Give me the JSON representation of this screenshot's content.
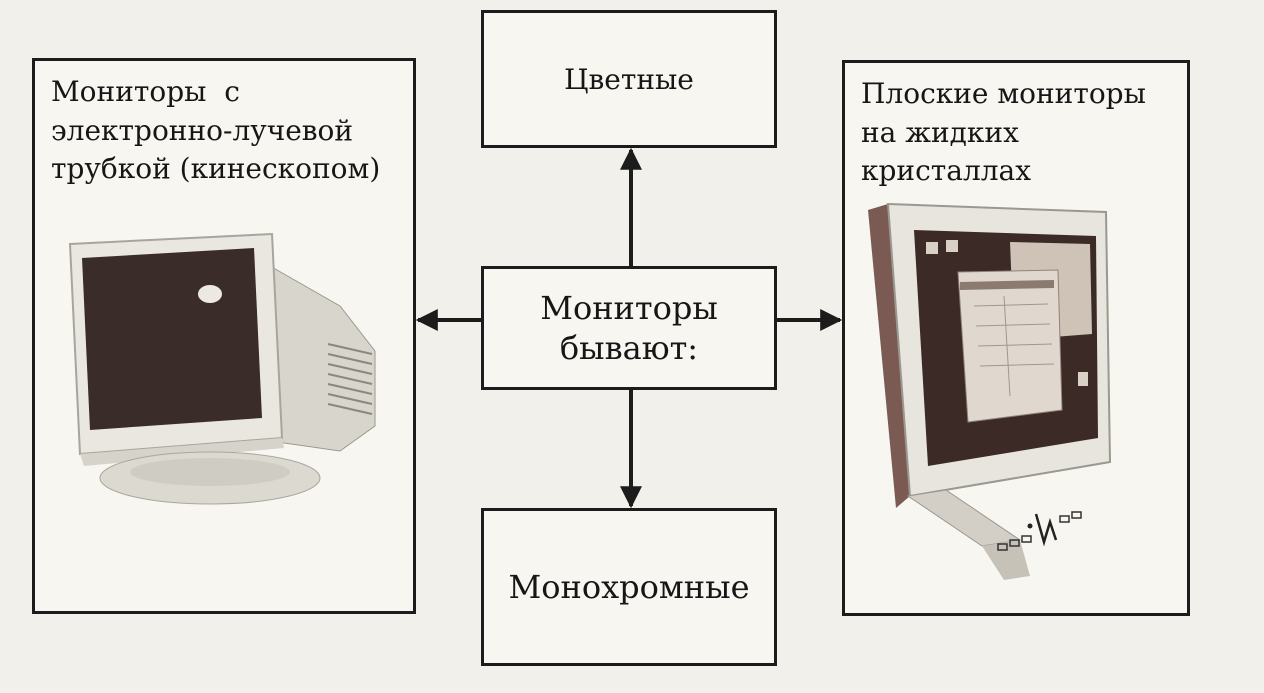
{
  "diagram": {
    "center_node": {
      "lines": [
        "Мониторы",
        "бывают:"
      ]
    },
    "top_node": {
      "label": "Цветные"
    },
    "bottom_node": {
      "label": "Монохромные"
    },
    "left_node": {
      "lines": [
        "Мониторы  с",
        "электронно-лучевой",
        "трубкой (кинескопом)"
      ],
      "picture": "crt-monitor-photo"
    },
    "right_node": {
      "lines": [
        "Плоские мониторы",
        "на жидких",
        "кристаллах"
      ],
      "picture": "lcd-monitor-photo"
    },
    "arrow_color": "#1c1c1c",
    "box_border_color": "#1c1c1c",
    "background_color": "#f2f0ea"
  }
}
